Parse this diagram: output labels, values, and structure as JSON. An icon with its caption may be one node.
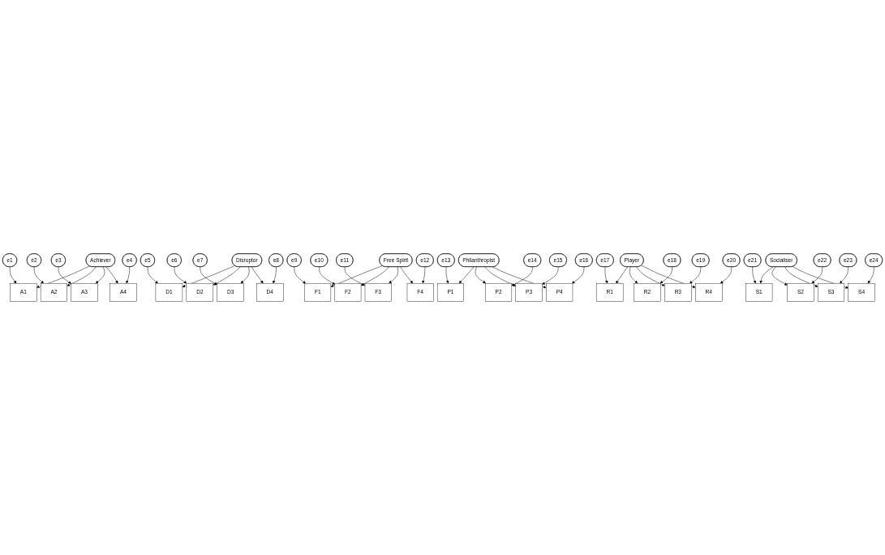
{
  "diagram": {
    "nodes": [
      {
        "text": [
          "e1"
        ]
      },
      {
        "text": [
          "e2"
        ]
      },
      {
        "text": [
          "e3"
        ]
      },
      {
        "text": [
          "e4"
        ]
      },
      {
        "text": [
          "e5"
        ]
      },
      {
        "text": [
          "e6"
        ]
      },
      {
        "text": [
          "e7"
        ]
      },
      {
        "text": [
          "e8"
        ]
      },
      {
        "text": [
          "e9"
        ]
      },
      {
        "text": [
          "e10"
        ]
      },
      {
        "text": [
          "e11"
        ]
      },
      {
        "text": [
          "e12"
        ]
      },
      {
        "text": [
          "A1"
        ]
      },
      {
        "text": [
          "A2"
        ]
      },
      {
        "text": [
          "A3"
        ]
      },
      {
        "text": [
          "A4"
        ]
      },
      {
        "text": [
          "D1"
        ]
      },
      {
        "text": [
          "D2"
        ]
      },
      {
        "text": [
          "D3"
        ]
      },
      {
        "text": [
          "D4"
        ]
      },
      {
        "text": [
          "F1"
        ]
      },
      {
        "text": [
          "F2"
        ]
      },
      {
        "text": [
          "F3"
        ]
      },
      {
        "text": [
          "F4"
        ]
      },
      {
        "text": [
          "Achiever"
        ]
      },
      {
        "text": [
          "Disruptor"
        ]
      },
      {
        "text": [
          "Free Spirit"
        ]
      },
      {
        "text": [
          "Philanthropist"
        ]
      },
      {
        "text": [
          "Player"
        ]
      },
      {
        "text": [
          "Socialiser"
        ]
      },
      {
        "text": [
          "P1"
        ]
      },
      {
        "text": [
          "P2"
        ]
      },
      {
        "text": [
          "P3"
        ]
      },
      {
        "text": [
          "P4"
        ]
      },
      {
        "text": [
          "R1"
        ]
      },
      {
        "text": [
          "R2"
        ]
      },
      {
        "text": [
          "R3"
        ]
      },
      {
        "text": [
          "R4"
        ]
      },
      {
        "text": [
          "S1"
        ]
      },
      {
        "text": [
          "S2"
        ]
      },
      {
        "text": [
          "S3"
        ]
      },
      {
        "text": [
          "S4"
        ]
      },
      {
        "text": [
          "e13"
        ]
      },
      {
        "text": [
          "e14"
        ]
      },
      {
        "text": [
          "e15"
        ]
      },
      {
        "text": [
          "e16"
        ]
      },
      {
        "text": [
          "e17"
        ]
      },
      {
        "text": [
          "e18"
        ]
      },
      {
        "text": [
          "e19"
        ]
      },
      {
        "text": [
          "e20"
        ]
      },
      {
        "text": [
          "e21"
        ]
      },
      {
        "text": [
          "e22"
        ]
      },
      {
        "text": [
          "e23"
        ]
      },
      {
        "text": [
          "e24"
        ]
      }
    ],
    "edges": [
      {
        "from": 0,
        "to": 12,
        "arrow": "to"
      },
      {
        "from": 1,
        "to": 13,
        "arrow": "to"
      },
      {
        "from": 2,
        "to": 14,
        "arrow": "to"
      },
      {
        "from": 3,
        "to": 15,
        "arrow": "to"
      },
      {
        "from": 4,
        "to": 16,
        "arrow": "to"
      },
      {
        "from": 5,
        "to": 17,
        "arrow": "to"
      },
      {
        "from": 6,
        "to": 18,
        "arrow": "to"
      },
      {
        "from": 7,
        "to": 19,
        "arrow": "to"
      },
      {
        "from": 8,
        "to": 20,
        "arrow": "to"
      },
      {
        "from": 9,
        "to": 21,
        "arrow": "to"
      },
      {
        "from": 10,
        "to": 22,
        "arrow": "to"
      },
      {
        "from": 11,
        "to": 23,
        "arrow": "to"
      },
      {
        "from": 24,
        "to": 12,
        "arrow": "to"
      },
      {
        "from": 24,
        "to": 13,
        "arrow": "to"
      },
      {
        "from": 24,
        "to": 14,
        "arrow": "to"
      },
      {
        "from": 24,
        "to": 15,
        "arrow": "to"
      },
      {
        "from": 25,
        "to": 16,
        "arrow": "to"
      },
      {
        "from": 25,
        "to": 17,
        "arrow": "to"
      },
      {
        "from": 25,
        "to": 18,
        "arrow": "to"
      },
      {
        "from": 25,
        "to": 19,
        "arrow": "to"
      },
      {
        "from": 26,
        "to": 20,
        "arrow": "to"
      },
      {
        "from": 26,
        "to": 21,
        "arrow": "to"
      },
      {
        "from": 26,
        "to": 22,
        "arrow": "to"
      },
      {
        "from": 26,
        "to": 23,
        "arrow": "to"
      },
      {
        "from": 27,
        "to": 30,
        "arrow": "to"
      },
      {
        "from": 27,
        "to": 31,
        "arrow": "to"
      },
      {
        "from": 27,
        "to": 32,
        "arrow": "to"
      },
      {
        "from": 27,
        "to": 33,
        "arrow": "to"
      },
      {
        "from": 28,
        "to": 34,
        "arrow": "to"
      },
      {
        "from": 28,
        "to": 35,
        "arrow": "to"
      },
      {
        "from": 28,
        "to": 36,
        "arrow": "to"
      },
      {
        "from": 28,
        "to": 37,
        "arrow": "to"
      },
      {
        "from": 29,
        "to": 38,
        "arrow": "to"
      },
      {
        "from": 29,
        "to": 39,
        "arrow": "to"
      },
      {
        "from": 29,
        "to": 40,
        "arrow": "to"
      },
      {
        "from": 29,
        "to": 41,
        "arrow": "to"
      },
      {
        "from": 42,
        "to": 30,
        "arrow": "to"
      },
      {
        "from": 43,
        "to": 31,
        "arrow": "to"
      },
      {
        "from": 44,
        "to": 32,
        "arrow": "to"
      },
      {
        "from": 45,
        "to": 33,
        "arrow": "to"
      },
      {
        "from": 46,
        "to": 34,
        "arrow": "to"
      },
      {
        "from": 47,
        "to": 35,
        "arrow": "to"
      },
      {
        "from": 48,
        "to": 36,
        "arrow": "to"
      },
      {
        "from": 49,
        "to": 37,
        "arrow": "to"
      },
      {
        "from": 50,
        "to": 38,
        "arrow": "to"
      },
      {
        "from": 51,
        "to": 39,
        "arrow": "to"
      },
      {
        "from": 52,
        "to": 40,
        "arrow": "to"
      },
      {
        "from": 53,
        "to": 41,
        "arrow": "to"
      }
    ]
  }
}
